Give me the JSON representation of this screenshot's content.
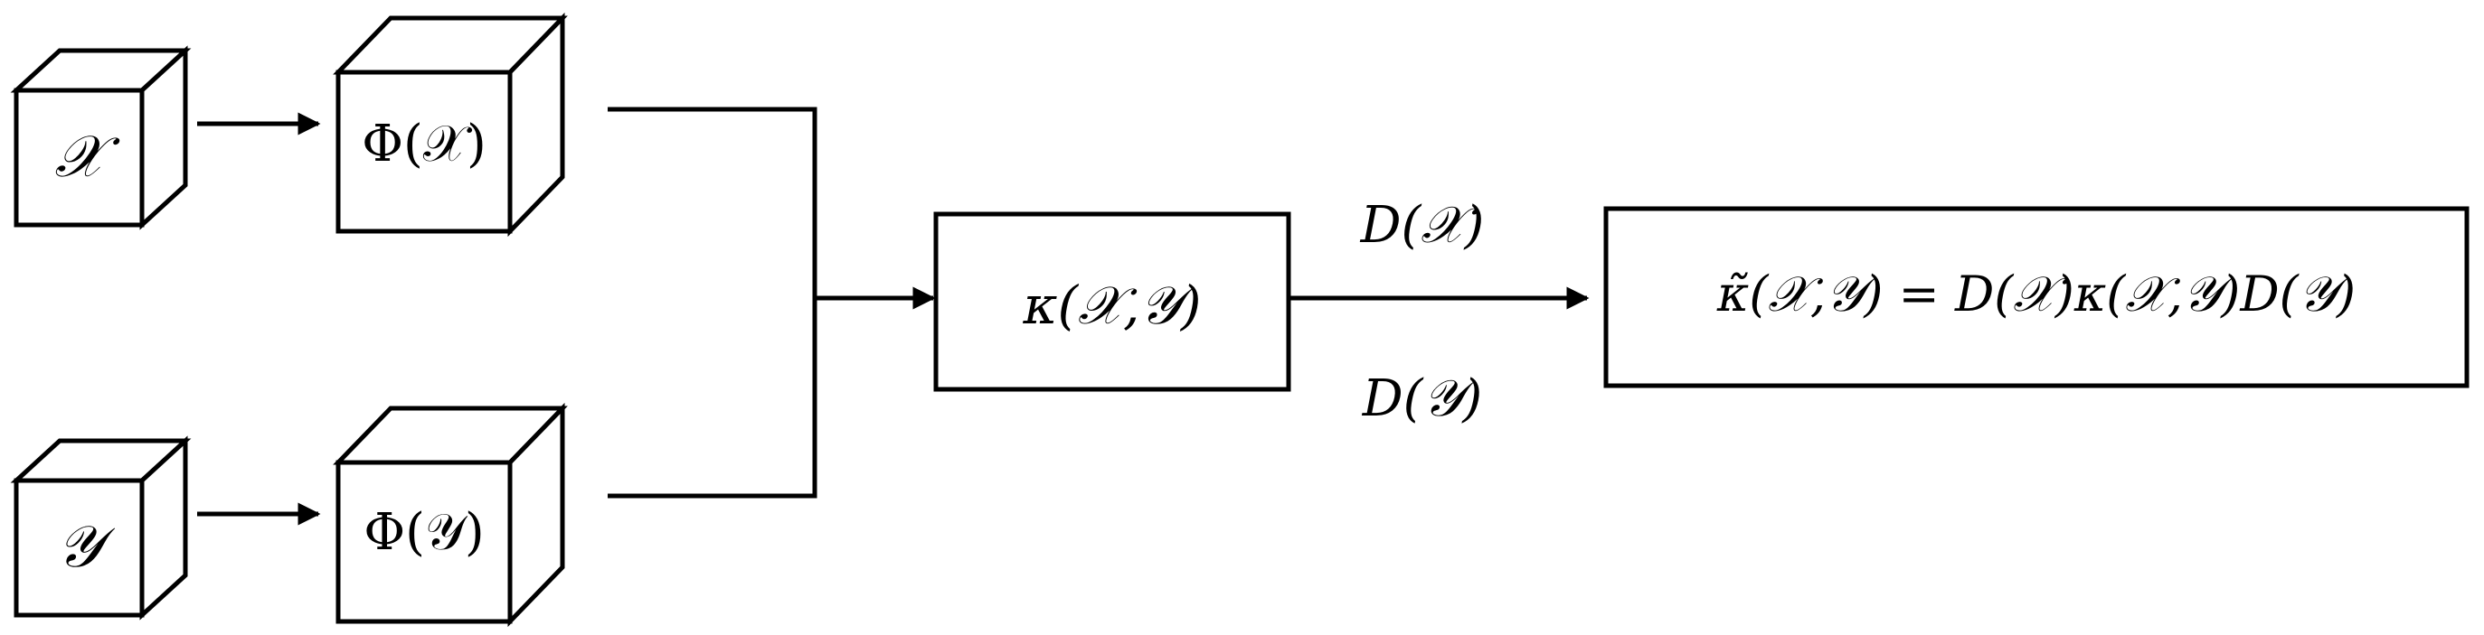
{
  "nodes": {
    "input_x": {
      "label": "𝒳"
    },
    "input_y": {
      "label": "𝒴"
    },
    "feature_x": {
      "label": "Φ(𝒳)"
    },
    "feature_y": {
      "label": "Φ(𝒴)"
    },
    "kernel": {
      "label": "κ(𝒳,𝒴)"
    },
    "normalized_kernel": {
      "label": "κ̃(𝒳,𝒴) = D(𝒳)κ(𝒳,𝒴)D(𝒴)"
    }
  },
  "edge_labels": {
    "d_x": "D(𝒳)",
    "d_y": "D(𝒴)"
  }
}
